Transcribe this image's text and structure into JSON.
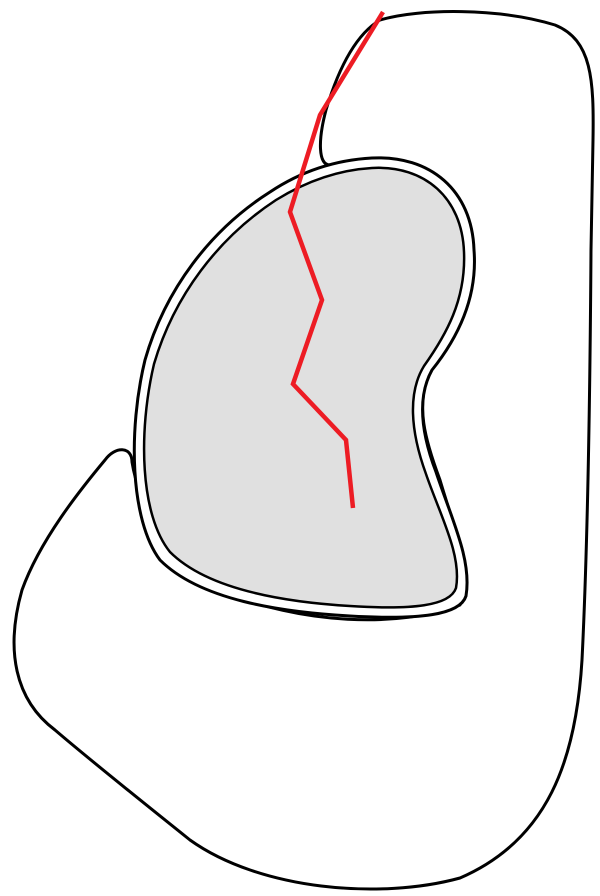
{
  "colors": {
    "background": "#ffffff",
    "outline": "#000000",
    "core_fill": "#e0e0e0",
    "ring_fill": "#ffffff",
    "fracture_line": "#ed1c24"
  },
  "shapes": {
    "outer_region": "outer-enclosing-shape",
    "ring_region": "inner-ring-shape",
    "core_region": "grey-kidney-core",
    "crack": "red-fracture-line"
  }
}
